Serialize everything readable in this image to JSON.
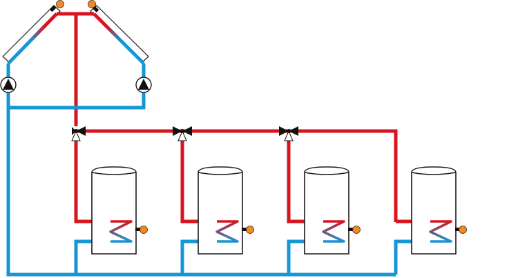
{
  "colors": {
    "hot": "#d8141e",
    "cold": "#1796d6",
    "sensor": "#f08a24",
    "outline": "#1a1a1a"
  },
  "diagram": {
    "collectors": [
      {
        "id": "collector-left",
        "pump": "pump-left",
        "temperature_sensor": true
      },
      {
        "id": "collector-right",
        "pump": "pump-right",
        "temperature_sensor": true
      }
    ],
    "diverter_valves": [
      "valve-1",
      "valve-2",
      "valve-3"
    ],
    "storage_tanks": [
      {
        "id": "tank-1",
        "heat_exchanger": "coil",
        "temperature_sensor": true
      },
      {
        "id": "tank-2",
        "heat_exchanger": "coil",
        "temperature_sensor": true
      },
      {
        "id": "tank-3",
        "heat_exchanger": "coil",
        "temperature_sensor": true
      },
      {
        "id": "tank-4",
        "heat_exchanger": "coil",
        "temperature_sensor": true
      }
    ],
    "icons": {
      "pump": "pump-icon",
      "valve": "three-way-valve-icon",
      "sensor": "temperature-sensor-icon"
    }
  }
}
